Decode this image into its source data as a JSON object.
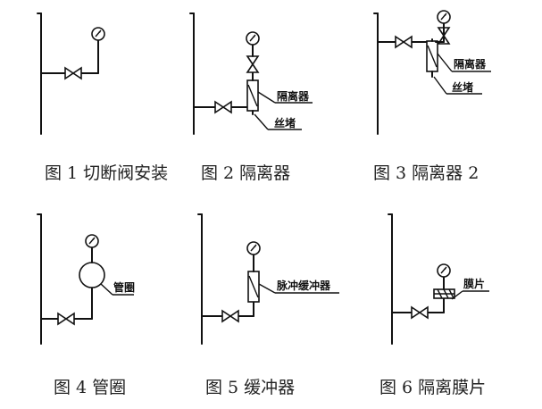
{
  "figures": [
    {
      "caption": "图 1 切断阀安装"
    },
    {
      "caption": "图 2 隔离器",
      "labels": [
        "隔离器",
        "丝堵"
      ]
    },
    {
      "caption": "图 3 隔离器 2",
      "labels": [
        "隔离器",
        "丝堵"
      ]
    },
    {
      "caption": "图 4 管圈",
      "labels": [
        "管圈"
      ]
    },
    {
      "caption": "图 5 缓冲器",
      "labels": [
        "脉冲缓冲器"
      ]
    },
    {
      "caption": "图 6 隔离膜片",
      "labels": [
        "膜片"
      ]
    }
  ]
}
